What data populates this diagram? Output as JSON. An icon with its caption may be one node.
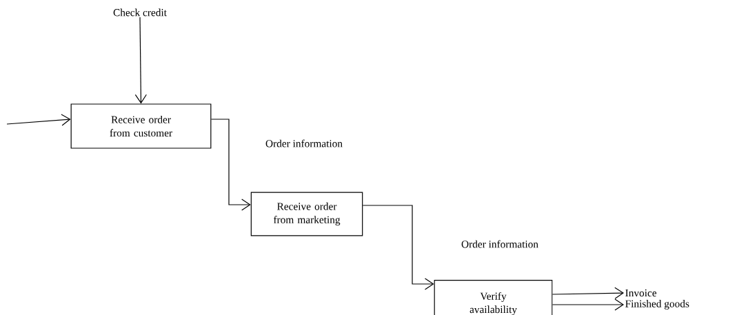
{
  "diagram": {
    "nodes": [
      {
        "text": [
          "Check credit"
        ]
      },
      {
        "text": [
          "Receive order from customer"
        ]
      },
      {
        "text": [
          "Receive order from marketing"
        ]
      },
      {
        "text": [
          "Verify availability"
        ]
      },
      {
        "text": [
          "Invoice"
        ]
      },
      {
        "text": [
          "Finished goods"
        ]
      }
    ],
    "edges": [
      {
        "from": null,
        "to": 1,
        "arrow": "to"
      },
      {
        "from": 0,
        "to": 1,
        "arrow": "to"
      },
      {
        "from": 1,
        "to": 2,
        "arrow": "to",
        "label": "Order information"
      },
      {
        "from": 2,
        "to": 3,
        "arrow": "to",
        "label": "Order information"
      },
      {
        "from": 3,
        "to": 4,
        "arrow": "to"
      },
      {
        "from": 3,
        "to": 5,
        "arrow": "to"
      }
    ]
  }
}
